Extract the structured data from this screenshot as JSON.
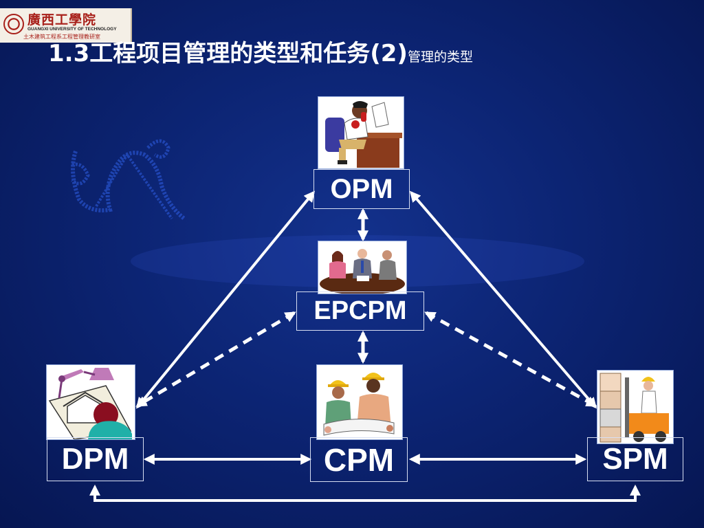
{
  "logo": {
    "name_cn": "廣西工學院",
    "name_en": "GUANGXI UNIVERSITY OF TECHNOLOGY",
    "department": "土木建筑工程系工程管理教研室"
  },
  "title": {
    "main": "1.3工程项目管理的类型和任务(2)",
    "sub": "管理的类型"
  },
  "nodes": {
    "opm": "OPM",
    "epcpm": "EPCPM",
    "dpm": "DPM",
    "cpm": "CPM",
    "spm": "SPM"
  },
  "colors": {
    "background": "#0c2473",
    "text": "#ffffff",
    "arrow": "#ffffff"
  }
}
